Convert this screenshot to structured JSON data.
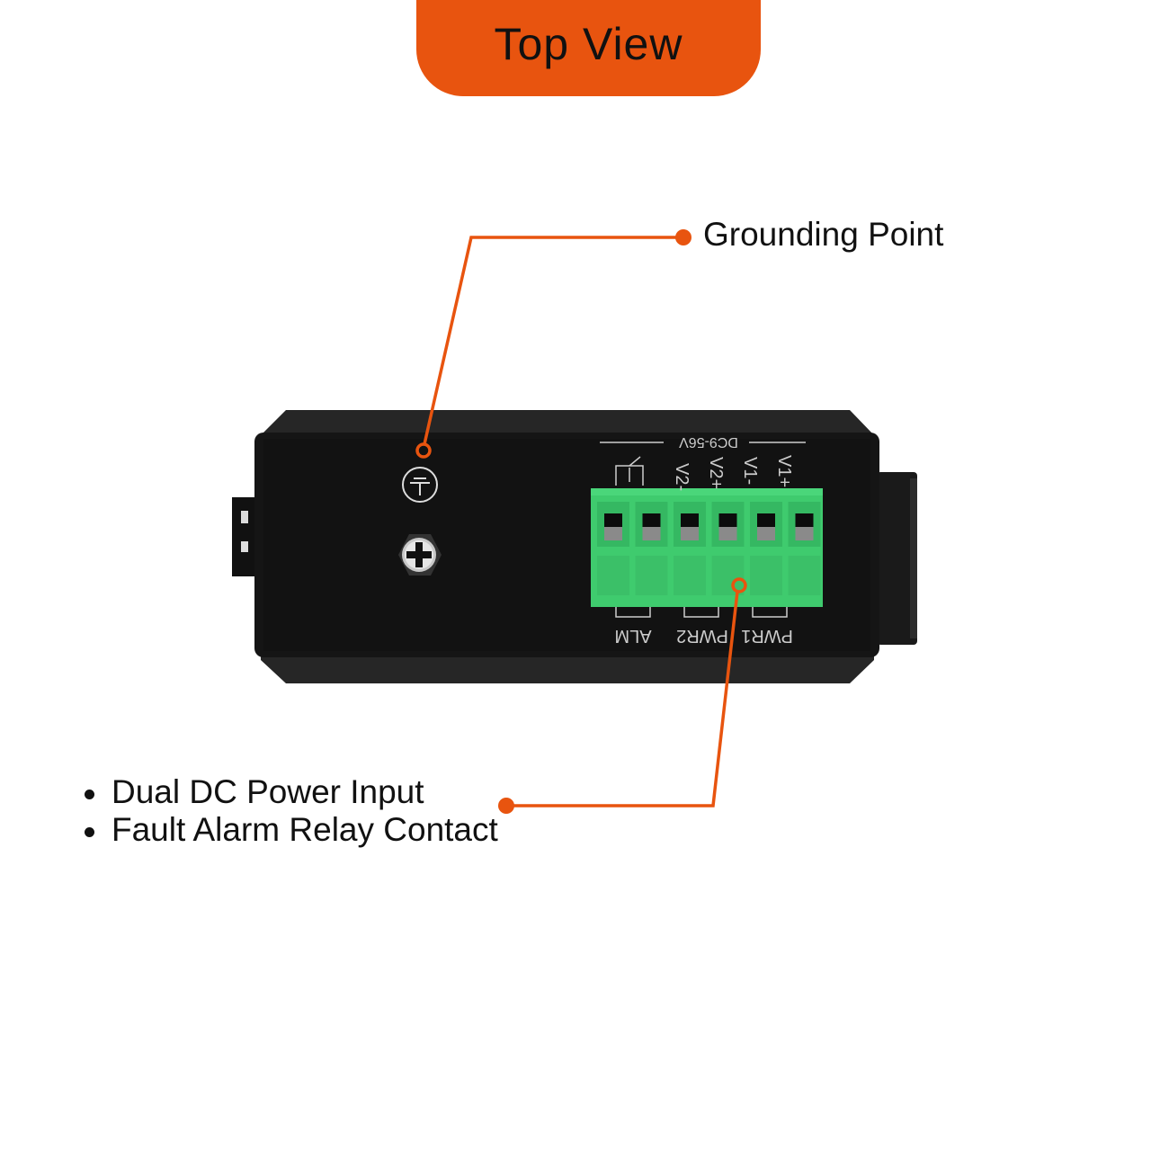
{
  "header": {
    "title": "Top View"
  },
  "callouts": {
    "grounding": "Grounding Point",
    "power": [
      "Dual DC Power Input",
      "Fault Alarm Relay Contact"
    ]
  },
  "device": {
    "voltage": "DC9-56V",
    "pins": [
      "V2-",
      "V2+",
      "V1-",
      "V1+"
    ],
    "groups": [
      "ALM",
      "PWR2",
      "PWR1"
    ]
  },
  "colors": {
    "accent": "#E8540F",
    "terminal": "#3FCB6E",
    "body": "#151515"
  }
}
